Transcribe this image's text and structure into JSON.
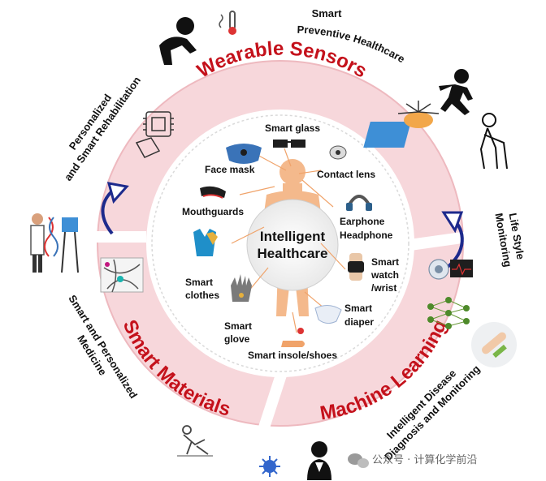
{
  "center": {
    "line1": "Intelligent",
    "line2": "Healthcare"
  },
  "ring_segments": {
    "top": "Wearable Sensors",
    "left": "Smart Materials",
    "right": "Machine Learning"
  },
  "outer_labels": {
    "top_right": {
      "line1": "Smart",
      "line2": "Preventive Healthcare"
    },
    "top_left": {
      "line1": "Personalized",
      "line2": "and Smart Rehabilitation"
    },
    "right": {
      "line1": "Life Style",
      "line2": "Monitoring"
    },
    "left": {
      "line1": "Smart and Personalized",
      "line2": "Medicine"
    },
    "bottom_right": {
      "line1": "Intelligent Disease",
      "line2": "Diagnosis and Monitoring"
    }
  },
  "items": {
    "smart_glass": "Smart glass",
    "face_mask": "Face mask",
    "contact_lens": "Contact lens",
    "mouthguards": "Mouthguards",
    "earphone": "Earphone",
    "headphone": "Headphone",
    "smart_clothes_1": "Smart",
    "smart_clothes_2": "clothes",
    "smart_watch_1": "Smart",
    "smart_watch_2": "watch",
    "smart_watch_3": "/wrist",
    "smart_diaper_1": "Smart",
    "smart_diaper_2": "diaper",
    "smart_glove_1": "Smart",
    "smart_glove_2": "glove",
    "smart_insole": "Smart insole/shoes"
  },
  "watermark": "公众号 · 计算化学前沿",
  "colors": {
    "ring_pink": "#f7d7db",
    "ring_edge": "#eeb9bf",
    "title_red": "#c4111b",
    "arrow_navy": "#1d2a8c",
    "body_skin": "#f4b98c",
    "leader_orange": "#f0a36a"
  }
}
